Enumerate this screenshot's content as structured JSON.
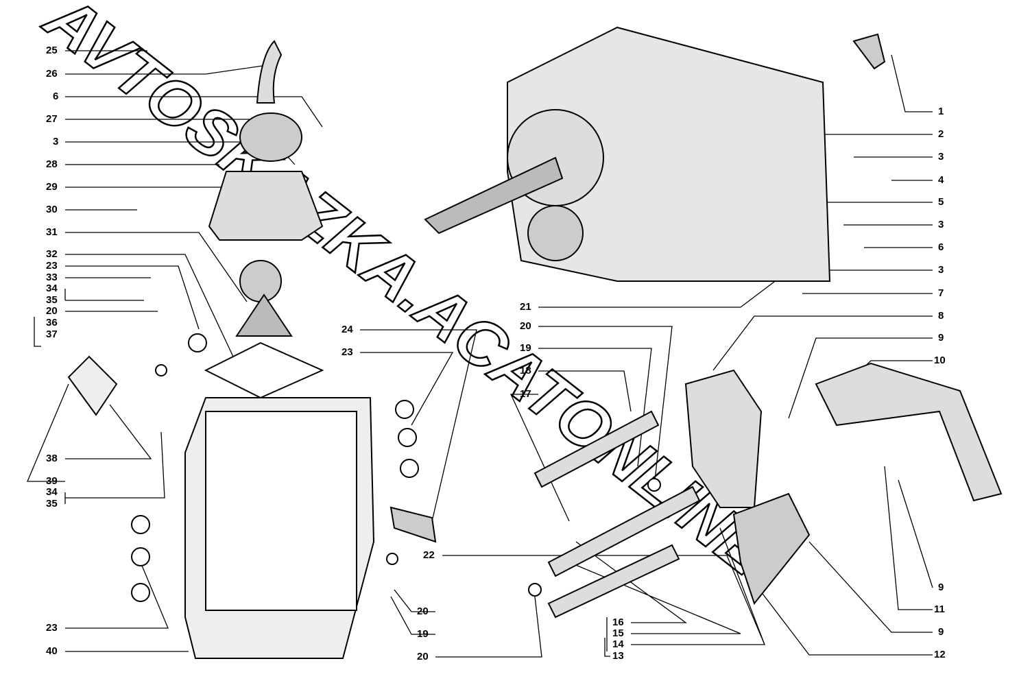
{
  "diagram": {
    "title_hidden": null,
    "watermark": "AVTOSKAZKA.ACATONLINE",
    "left_labels": [
      "25",
      "26",
      "6",
      "27",
      "3",
      "28",
      "29",
      "30",
      "31",
      "32",
      "23",
      "33",
      "34",
      "35",
      "20",
      "36",
      "37",
      "38",
      "39",
      "34",
      "35",
      "23",
      "40"
    ],
    "right_labels": [
      "1",
      "2",
      "3",
      "4",
      "5",
      "3",
      "6",
      "3",
      "7",
      "8",
      "9",
      "10",
      "9",
      "11",
      "9",
      "12"
    ],
    "middle_labels": [
      "24",
      "23",
      "21",
      "20",
      "19",
      "18",
      "17",
      "22",
      "20",
      "19",
      "20",
      "16",
      "15",
      "14",
      "13"
    ]
  }
}
